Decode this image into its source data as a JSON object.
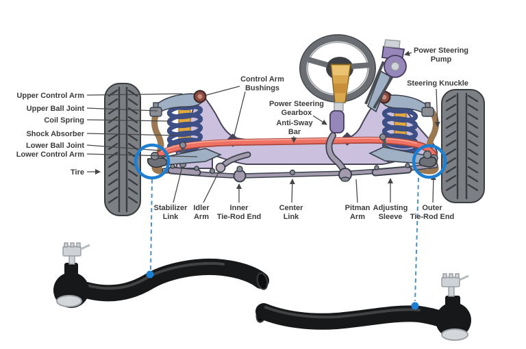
{
  "labels": {
    "upper_control_arm": "Upper Control Arm",
    "upper_ball_joint": "Upper Ball Joint",
    "coil_spring": "Coil Spring",
    "shock_absorber": "Shock Absorber",
    "lower_ball_joint": "Lower Ball Joint",
    "lower_control_arm": "Lower Control Arm",
    "tire": "Tire",
    "control_arm_bushings": "Control Arm\nBushings",
    "power_steering_gearbox": "Power Steering\nGearbox",
    "anti_sway_bar": "Anti-Sway\nBar",
    "power_steering_pump": "Power Steering\nPump",
    "steering_knuckle": "Steering Knuckle",
    "stabilizer_link": "Stabilizer\nLink",
    "idler_arm": "Idler\nArm",
    "inner_tie_rod_end": "Inner\nTie-Rod End",
    "center_link": "Center\nLink",
    "pitman_arm": "Pitman\nArm",
    "adjusting_sleeve": "Adjusting\nSleeve",
    "outer_tie_rod_end": "Outer\nTie-Rod End"
  },
  "icons": {
    "left_highlight_circle": "highlight-circle",
    "right_highlight_circle": "highlight-circle",
    "connector_dot": "callout-dot",
    "arrowhead": "leader-arrowhead"
  },
  "colors": {
    "label_text": "#3b3b3b",
    "leader_line": "#454545",
    "highlight_blue": "#1d7fd2",
    "connector_blue": "#4a90c8",
    "tire_gray": "#7c7f84",
    "tire_outline": "#3a3d40",
    "frame_lavender": "#cbc1de",
    "frame_outline": "#4a4458",
    "arm_steel": "#9fb0c4",
    "arm_outline": "#39414d",
    "spring_blue": "#3d4f85",
    "shock_yellow": "#e3a93f",
    "sway_red": "#ef7163",
    "sway_outline": "#a8463c",
    "sway_highlight": "#f7a294",
    "knuckle_brown": "#9c7850",
    "column_gold": "#d9a84e",
    "wheel_gray": "#6a6d72",
    "pump_purple": "#9687bb",
    "pump_outline": "#463a5c",
    "linkage_light": "#a39bad",
    "metal_gray": "#8a8e94",
    "bushing_red": "#8a4a42",
    "bushing_inner": "#c98c7a",
    "photo_black": "#17181a",
    "photo_highlight": "#454749",
    "silver": "#cfd3d8",
    "silver_outline": "#8e9499"
  }
}
